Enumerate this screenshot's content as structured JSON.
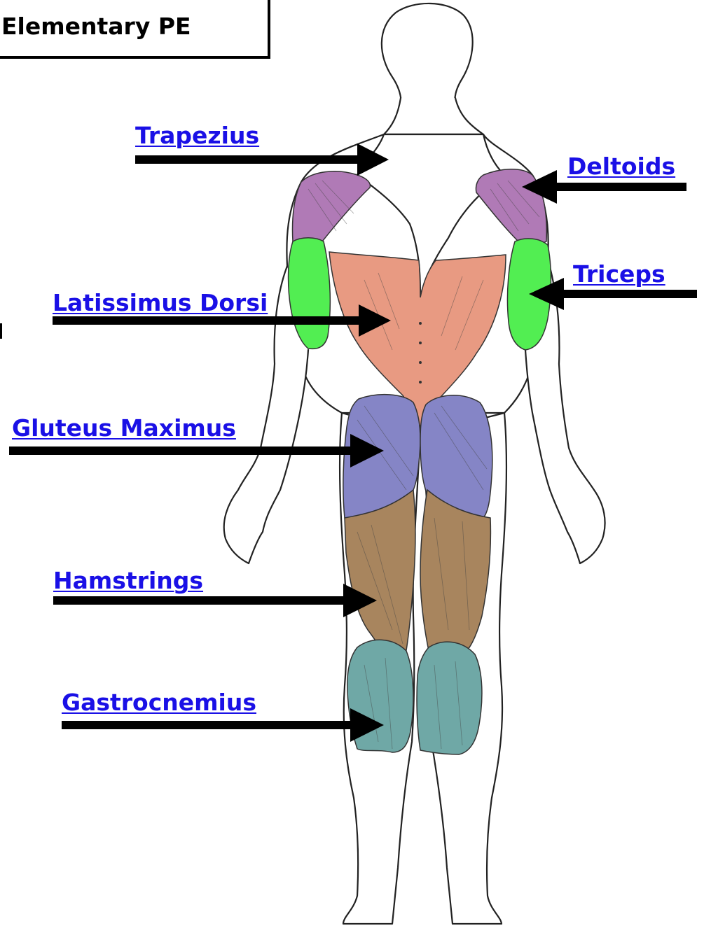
{
  "title": "Elementary PE",
  "labels": {
    "trapezius": "Trapezius",
    "deltoids": "Deltoids",
    "triceps": "Triceps",
    "latissimus": "Latissimus Dorsi",
    "gluteus": "Gluteus Maximus",
    "hamstrings": "Hamstrings",
    "gastrocnemius": "Gastrocnemius"
  },
  "colors": {
    "label_text": "#1a10e6",
    "deltoids": "#b07ab6",
    "triceps": "#52ee52",
    "latissimus": "#e89a82",
    "gluteus": "#8585c6",
    "hamstrings": "#a8855e",
    "gastrocnemius": "#6fa8a6",
    "arrow": "#000000"
  }
}
